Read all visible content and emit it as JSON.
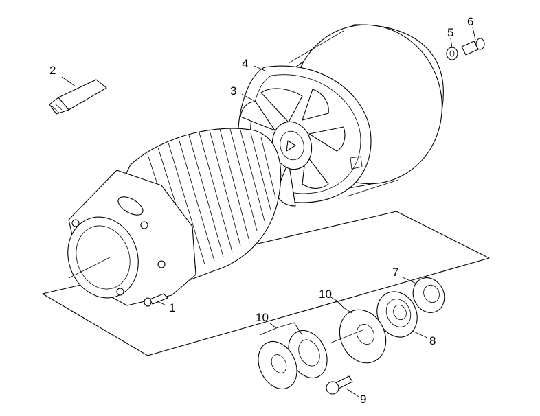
{
  "callouts": {
    "c1": "1",
    "c2": "2",
    "c3": "3",
    "c4": "4",
    "c5": "5",
    "c6": "6",
    "c7": "7",
    "c8": "8",
    "c9": "9",
    "c10a": "10",
    "c10b": "10"
  }
}
